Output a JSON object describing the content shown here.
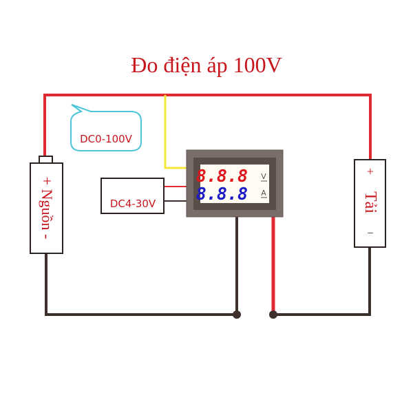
{
  "title": "Đo điện áp 100V",
  "callout": {
    "text": "DC0-100V",
    "border_color": "#4cc4d8",
    "text_color": "#c8161d"
  },
  "aux_supply": {
    "text": "DC4-30V",
    "text_color": "#c8161d"
  },
  "source": {
    "label": "Nguồn",
    "plus": "+",
    "minus": "-"
  },
  "load": {
    "label": "Tải",
    "plus": "+",
    "minus": "−"
  },
  "meter": {
    "voltage_display": "8.8.8",
    "voltage_unit": "V",
    "current_display": "8.8.8",
    "current_unit": "A",
    "voltage_color": "#e0161d",
    "current_color": "#1a1ac8",
    "bezel_color": "#7a6e6a",
    "inner_bezel_color": "#5a4e4a",
    "screen_color": "#fdfbf2"
  },
  "wires": {
    "positive_color": "#e02a31",
    "negative_color": "#3e302c",
    "sense_color": "#f5e63a"
  }
}
